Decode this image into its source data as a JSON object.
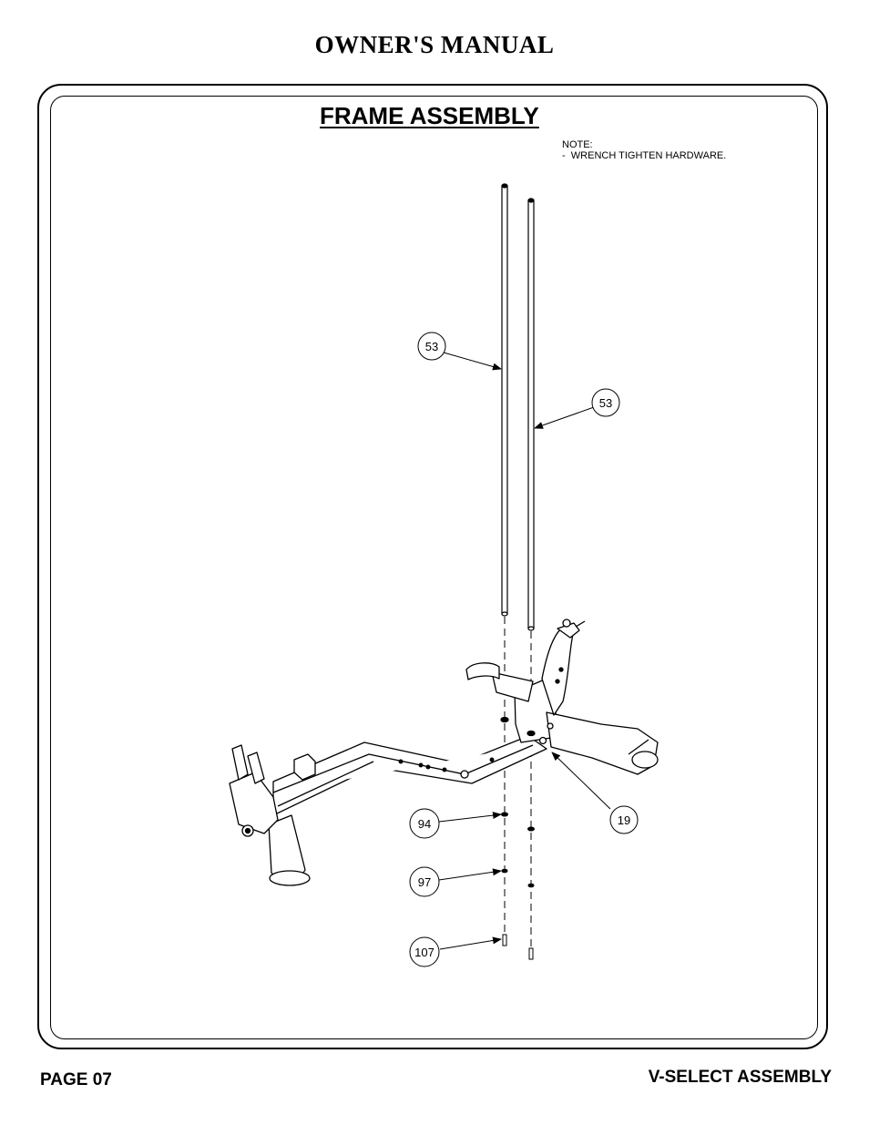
{
  "header": {
    "title": "OWNER'S MANUAL"
  },
  "diagram": {
    "title": "FRAME ASSEMBLY",
    "note": {
      "heading": "NOTE:",
      "line1": "-  WRENCH TIGHTEN HARDWARE."
    },
    "callouts": {
      "c53a": "53",
      "c53b": "53",
      "c19": "19",
      "c94": "94",
      "c97": "97",
      "c107": "107"
    }
  },
  "footer": {
    "page": "PAGE 07",
    "doc": "V-SELECT ASSEMBLY"
  }
}
